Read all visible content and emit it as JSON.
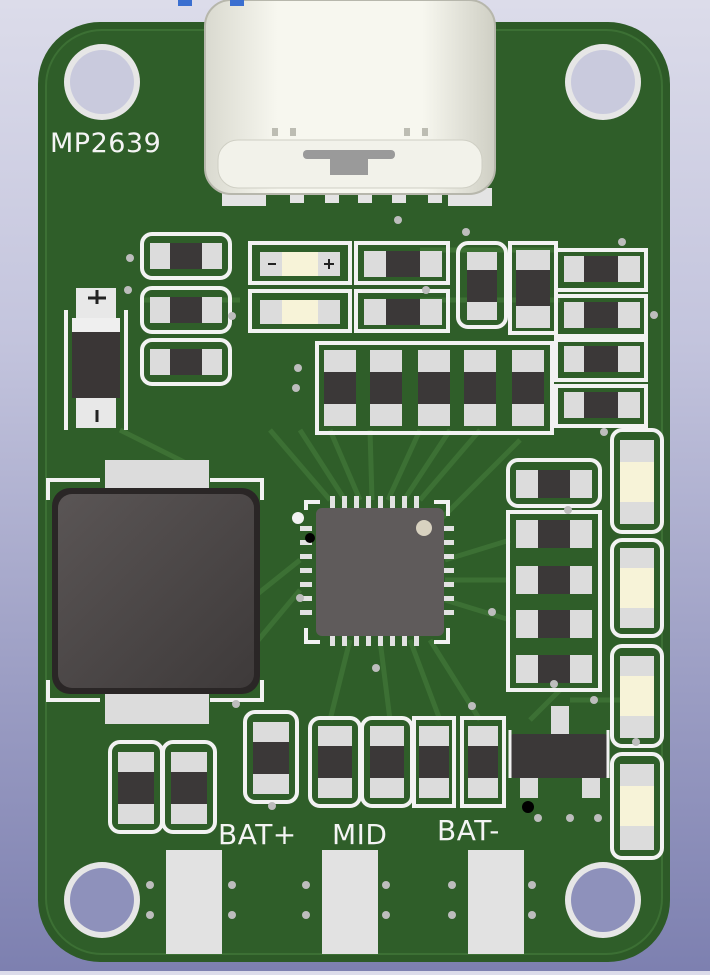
{
  "board": {
    "label": "MP2639",
    "pads": {
      "bat_plus": "BAT+",
      "mid": "MID",
      "bat_minus": "BAT-"
    }
  },
  "colors": {
    "pcb": "#2d5a27",
    "pcb_edge": "#234a1f",
    "silk": "#f0f0f0",
    "pad": "#e2e2e2",
    "chip": "#5f5b5b",
    "inductor": "#4b4646",
    "usb": "#ecece4"
  }
}
